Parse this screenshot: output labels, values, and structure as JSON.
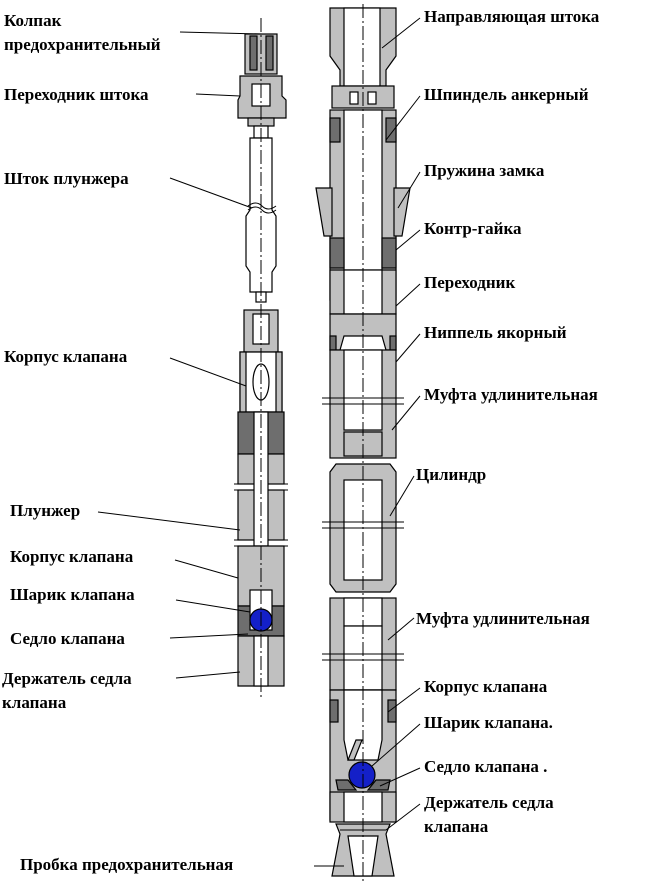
{
  "colors": {
    "metal": "#c0c0c0",
    "metal_dark": "#6e6e6e",
    "ball": "#1420c8",
    "label": "#000000",
    "background": "#ffffff"
  },
  "left_assembly": {
    "labels": [
      {
        "id": "cap",
        "text": "Колпак"
      },
      {
        "id": "cap2",
        "text": "предохранительный"
      },
      {
        "id": "rod-adapter",
        "text": "Переходник штока"
      },
      {
        "id": "plunger-rod",
        "text": "Шток плунжера"
      },
      {
        "id": "valve-body-1",
        "text": "Корпус клапана"
      },
      {
        "id": "plunger",
        "text": "Плунжер"
      },
      {
        "id": "valve-body-2",
        "text": "Корпус клапана"
      },
      {
        "id": "valve-ball",
        "text": "Шарик клапана"
      },
      {
        "id": "valve-seat",
        "text": "Седло клапана"
      },
      {
        "id": "seat-holder",
        "text": "Держатель седла"
      },
      {
        "id": "seat-holder2",
        "text": "клапана"
      }
    ]
  },
  "right_assembly": {
    "labels": [
      {
        "id": "rod-guide",
        "text": "Направляющая штока"
      },
      {
        "id": "anchor-spindle",
        "text": "Шпиндель анкерный"
      },
      {
        "id": "lock-spring",
        "text": "Пружина замка"
      },
      {
        "id": "lock-nut",
        "text": "Контр-гайка"
      },
      {
        "id": "adapter",
        "text": "Переходник"
      },
      {
        "id": "anchor-nipple",
        "text": "Ниппель якорный"
      },
      {
        "id": "ext-coupling-1",
        "text": "Муфта удлинительная"
      },
      {
        "id": "cylinder",
        "text": "Цилиндр"
      },
      {
        "id": "ext-coupling-2",
        "text": "Муфта удлинительная"
      },
      {
        "id": "valve-body",
        "text": "Корпус клапана"
      },
      {
        "id": "valve-ball",
        "text": "Шарик клапана."
      },
      {
        "id": "valve-seat",
        "text": "Седло клапана ."
      },
      {
        "id": "seat-holder",
        "text": "Держатель седла"
      },
      {
        "id": "seat-holder2",
        "text": "клапана"
      }
    ]
  },
  "bottom_label": {
    "text": "Пробка предохранительная"
  }
}
